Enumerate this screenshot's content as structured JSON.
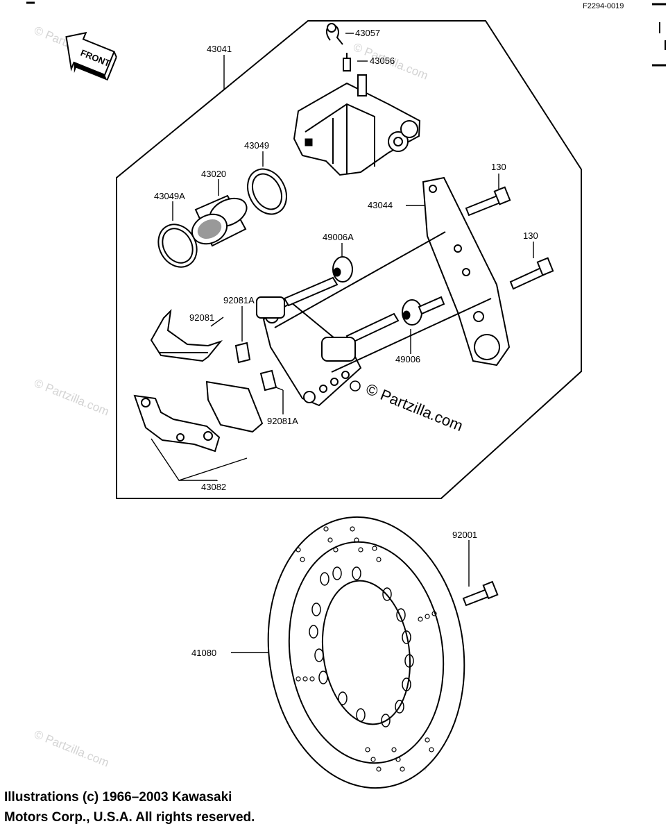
{
  "figure_ref": "F2294-0019",
  "front_label": "FRONT",
  "parts": {
    "p43057": "43057",
    "p43056": "43056",
    "p43041": "43041",
    "p43049": "43049",
    "p43020": "43020",
    "p43049A": "43049A",
    "p43044": "43044",
    "p130a": "130",
    "p130b": "130",
    "p49006A": "49006A",
    "p92081A_top": "92081A",
    "p92081": "92081",
    "p49006": "49006",
    "p92081A_bottom": "92081A",
    "p43082": "43082",
    "p92001": "92001",
    "p41080": "41080"
  },
  "watermark": {
    "main": "© Partzilla.com",
    "faint": "© Partzilla.com"
  },
  "copyright": {
    "line1": "Illustrations (c) 1966–2003 Kawasaki",
    "line2": "Motors Corp., U.S.A.  All rights reserved."
  }
}
